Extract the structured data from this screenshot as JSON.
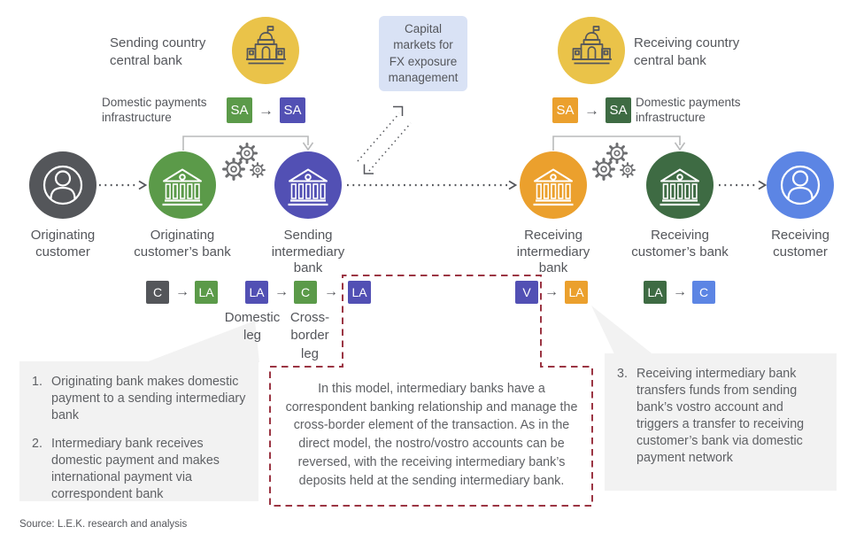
{
  "central_banks": {
    "left": {
      "label": "Sending country\ncentral bank"
    },
    "right": {
      "label": "Receiving country\ncentral bank"
    }
  },
  "capital_markets": {
    "label": "Capital\nmarkets for\nFX exposure\nmanagement"
  },
  "infrastructure": {
    "left_label": "Domestic payments\ninfrastructure",
    "right_label": "Domestic payments\ninfrastructure"
  },
  "glyphs": {
    "badge_arrow": "→"
  },
  "sa_badges": {
    "left": [
      {
        "letter": "SA",
        "color": "green"
      },
      {
        "letter": "SA",
        "color": "purple"
      }
    ],
    "right": [
      {
        "letter": "SA",
        "color": "orange"
      },
      {
        "letter": "SA",
        "color": "darkgreen"
      }
    ]
  },
  "nodes": [
    {
      "label": "Originating\ncustomer",
      "type": "person",
      "color": "gray"
    },
    {
      "label": "Originating\ncustomer’s bank",
      "type": "bank",
      "color": "green"
    },
    {
      "label": "Sending\nintermediary\nbank",
      "type": "bank",
      "color": "purple"
    },
    {
      "label": "Receiving\nintermediary\nbank",
      "type": "bank",
      "color": "orange"
    },
    {
      "label": "Receiving\ncustomer’s bank",
      "type": "bank",
      "color": "darkgreen"
    },
    {
      "label": "Receiving\ncustomer",
      "type": "person",
      "color": "blue"
    }
  ],
  "account_badges": [
    {
      "letter": "C",
      "color": "gray"
    },
    {
      "letter": "LA",
      "color": "green"
    },
    {
      "letter": "LA",
      "color": "purple"
    },
    {
      "letter": "C",
      "color": "green"
    },
    {
      "letter": "LA",
      "color": "purple"
    },
    {
      "letter": "V",
      "color": "purple"
    },
    {
      "letter": "LA",
      "color": "orange"
    },
    {
      "letter": "LA",
      "color": "darkgreen"
    },
    {
      "letter": "C",
      "color": "blue"
    }
  ],
  "legs": {
    "domestic": "Domestic\nleg",
    "cross_border": "Cross-\nborder\nleg"
  },
  "notes": {
    "item1_num": "1.",
    "item1": "Originating bank makes domestic payment to a sending intermediary bank",
    "item2_num": "2.",
    "item2": "Intermediary bank receives domestic payment and makes international payment via correspondent bank",
    "item3_num": "3.",
    "item3": "Receiving intermediary bank transfers funds from sending bank’s vostro account and triggers a transfer to receiving customer’s bank via domestic payment network",
    "middle": "In this model, intermediary banks have a correspondent banking relationship and manage the cross-border element of the transaction. As in the direct model, the nostro/vostro accounts can be reversed, with the receiving intermediary bank’s deposits held at the sending intermediary bank."
  },
  "source": "Source: L.E.K. research and analysis",
  "colors": {
    "yellow": "#EAC349",
    "green": "#5B9A49",
    "purple": "#5250B4",
    "orange": "#EBA02D",
    "dark_green": "#3E6B43",
    "blue": "#5C85E4",
    "dark_gray": "#54565A",
    "note_box_bg": "#F2F2F2",
    "capital_box_bg": "#D9E2F5",
    "dashed_border": "#9B3543",
    "connector_gray": "#B9BABB",
    "text": "#54565B"
  }
}
